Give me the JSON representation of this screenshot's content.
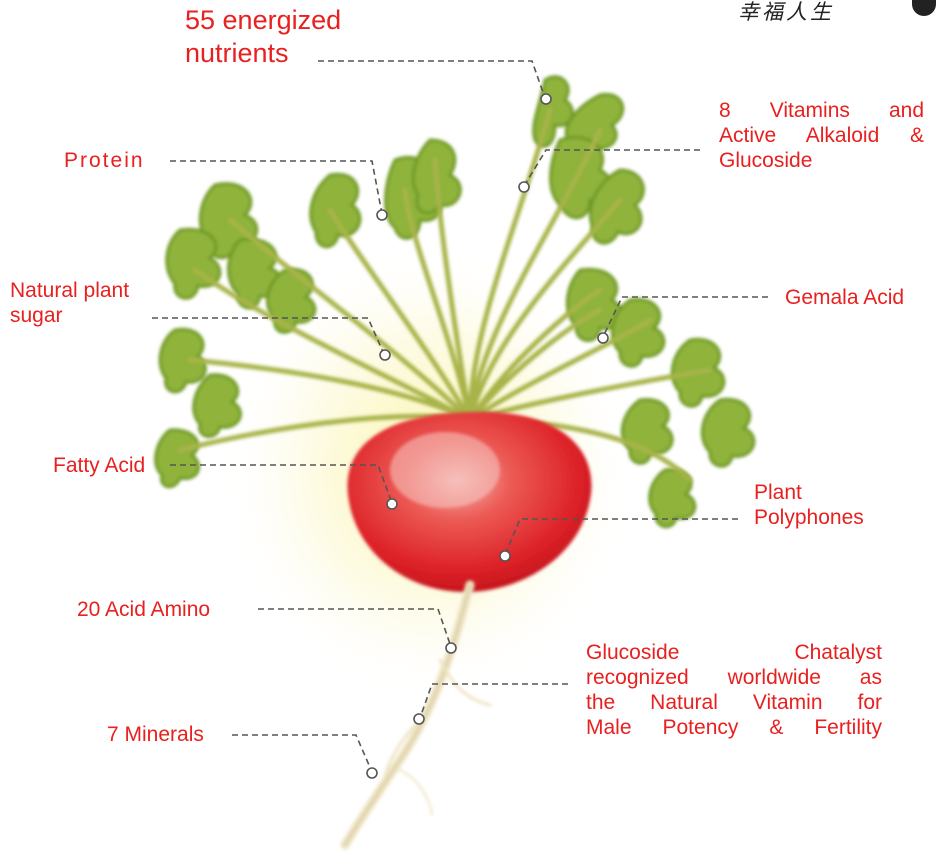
{
  "logo_text": "幸福人生",
  "labels": {
    "energized": [
      "55 energized",
      "nutrients"
    ],
    "vitamins": [
      "8  Vitamins  and",
      "Active Alkaloid &",
      "Glucoside"
    ],
    "protein": "Protein",
    "sugar": [
      "Natural plant",
      "sugar"
    ],
    "gemala": "Gemala Acid",
    "fatty": "Fatty Acid",
    "polyphones": [
      "Plant",
      "Polyphones"
    ],
    "amino": "20 Acid Amino",
    "glucoside": [
      "Glucoside     Chatalyst",
      "recognized worldwide as",
      "the  Natural  Vitamin  for",
      "Male Potency & Fertility"
    ],
    "minerals": "7 Minerals"
  },
  "colors": {
    "label_red": "#e8201f",
    "radish_red": "#e0252a",
    "leaf_green": "#8fb33a",
    "root_cream": "#f2ecd5",
    "leader_gray": "#555555"
  }
}
